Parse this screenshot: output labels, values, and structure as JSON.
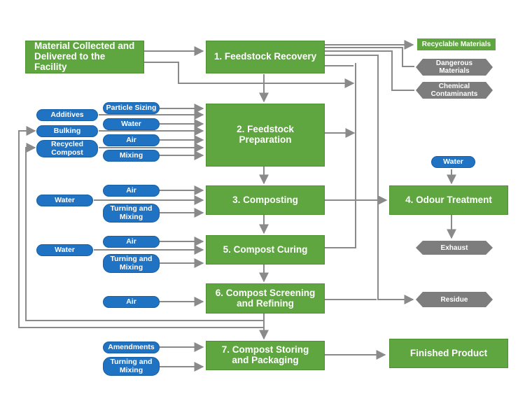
{
  "diagram": {
    "accent_green": "#5fa640",
    "accent_blue": "#1f73c2",
    "output_gray": "#7d7d7d",
    "steps": {
      "input": "Material Collected and\nDelivered to the Facility",
      "s1": "1. Feedstock Recovery",
      "s2": "2. Feedstock Preparation",
      "s3": "3. Composting",
      "s4": "4. Odour Treatment",
      "s5": "5. Compost Curing",
      "s6": "6. Compost Screening\nand Refining",
      "s7": "7. Compost Storing\nand Packaging",
      "finished": "Finished Product"
    },
    "inputs": {
      "additives": "Additives",
      "bulking": "Bulking",
      "recycled_compost": "Recycled\nCompost",
      "particle_sizing": "Particle Sizing",
      "water_prep": "Water",
      "air_prep": "Air",
      "mixing_prep": "Mixing",
      "air_composting": "Air",
      "water_composting": "Water",
      "turning_composting": "Turning and\nMixing",
      "water_odour": "Water",
      "air_curing": "Air",
      "water_curing": "Water",
      "turning_curing": "Turning and\nMixing",
      "air_screening": "Air",
      "amendments": "Amendments",
      "turning_storing": "Turning and\nMixing"
    },
    "outputs": {
      "recyclable": "Recyclable Materials",
      "dangerous": "Dangerous\nMaterials",
      "chemical": "Chemical\nContaminants",
      "exhaust": "Exhaust",
      "residue": "Residue"
    }
  }
}
